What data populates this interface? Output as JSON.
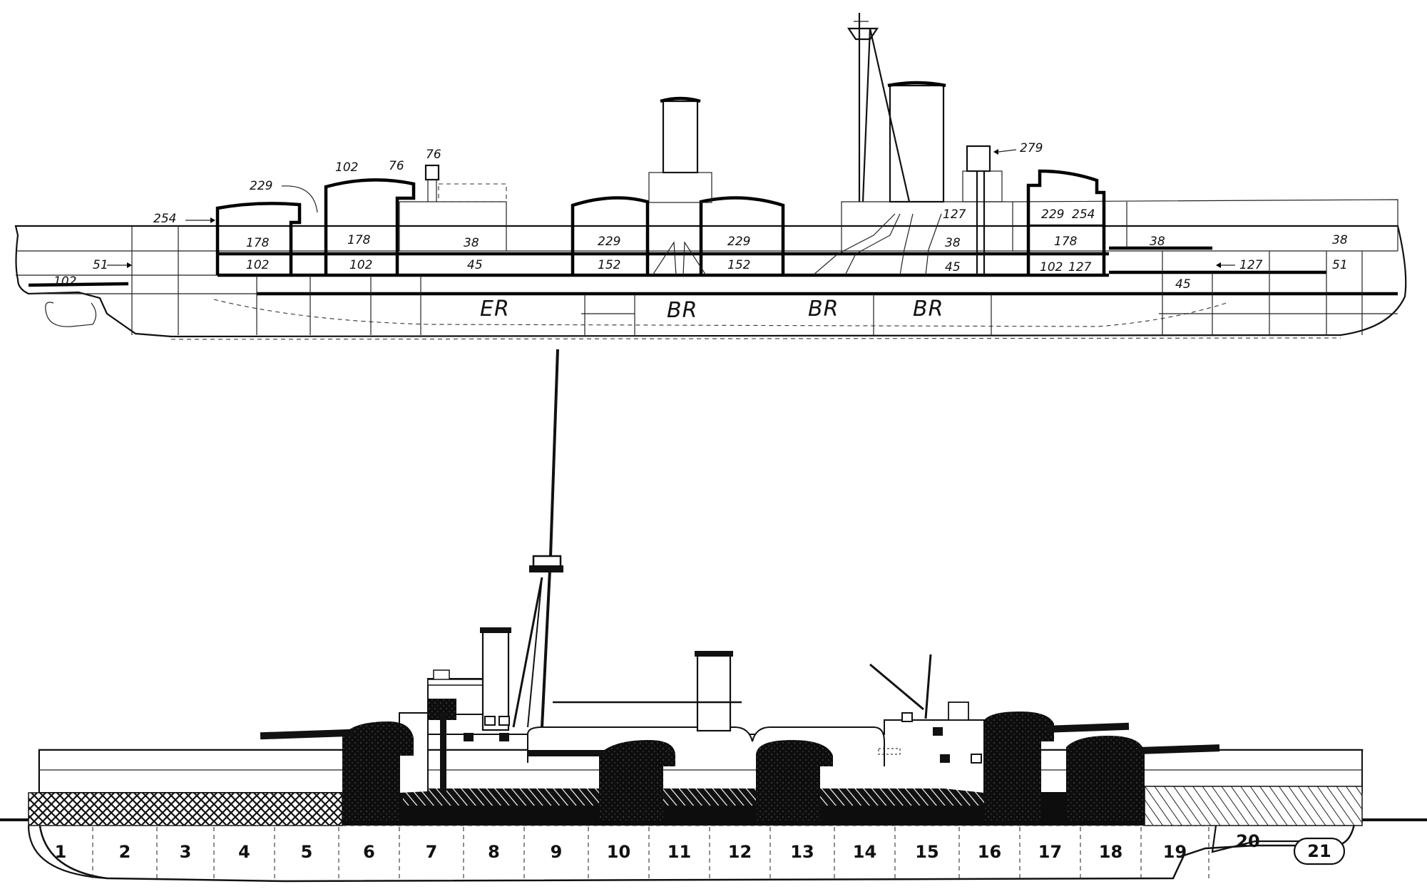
{
  "profile": {
    "thickness_labels": {
      "fore_254": "254",
      "fore_229": "229",
      "fore_102_top": "102",
      "fore_76": "76",
      "fore_76_small": "76",
      "fore_178_a": "178",
      "fore_178_b": "178",
      "fore_102_a": "102",
      "fore_102_b": "102",
      "fore_51": "51",
      "fore_102_low": "102",
      "mid_38": "38",
      "mid_45": "45",
      "wing_a_229": "229",
      "wing_a_152": "152",
      "wing_b_229": "229",
      "wing_b_152": "152",
      "aft_127_a": "127",
      "aft_38": "38",
      "aft_45": "45",
      "aft_279": "279",
      "aft_229": "229",
      "aft_254": "254",
      "aft_178": "178",
      "aft_102": "102",
      "aft_127_b": "127",
      "aft_38_b": "38",
      "aft_127_c": "127",
      "aft_45_b": "45",
      "stern_38": "38",
      "stern_51": "51"
    },
    "compartments": {
      "engine_room": "ER",
      "boiler_room_1": "BR",
      "boiler_room_2": "BR",
      "boiler_room_3": "BR"
    }
  },
  "elevation": {
    "sections": [
      "1",
      "2",
      "3",
      "4",
      "5",
      "6",
      "7",
      "8",
      "9",
      "10",
      "11",
      "12",
      "13",
      "14",
      "15",
      "16",
      "17",
      "18",
      "19",
      "20",
      "21"
    ]
  }
}
